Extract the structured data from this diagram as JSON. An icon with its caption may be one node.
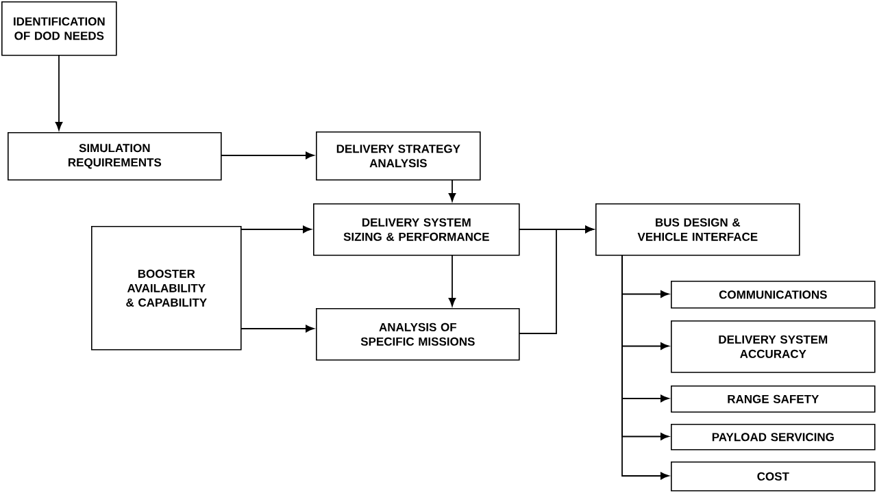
{
  "diagram": {
    "nodes": [
      {
        "text": [
          "IDENTIFICATION OF DOD NEEDS"
        ]
      },
      {
        "text": [
          "SIMULATION REQUIREMENTS"
        ]
      },
      {
        "text": [
          "DELIVERY STRATEGY ANALYSIS"
        ]
      },
      {
        "text": [
          "BOOSTER AVAILABILITY & CAPABILITY"
        ]
      },
      {
        "text": [
          "DELIVERY SYSTEM SIZING & PERFORMANCE"
        ]
      },
      {
        "text": [
          "ANALYSIS OF SPECIFIC MISSIONS"
        ]
      },
      {
        "text": [
          "BUS DESIGN & VEHICLE INTERFACE"
        ]
      },
      {
        "text": [
          "COMMUNICATIONS"
        ]
      },
      {
        "text": [
          "DELIVERY SYSTEM ACCURACY"
        ]
      },
      {
        "text": [
          "RANGE SAFETY"
        ]
      },
      {
        "text": [
          "PAYLOAD SERVICING"
        ]
      },
      {
        "text": [
          "COST"
        ]
      }
    ],
    "edges": [
      {
        "from": 0,
        "to": 1,
        "arrow": "to"
      },
      {
        "from": 1,
        "to": 2,
        "arrow": "to"
      },
      {
        "from": 2,
        "to": 4,
        "arrow": "to"
      },
      {
        "from": 3,
        "to": 4,
        "arrow": "to"
      },
      {
        "from": 3,
        "to": 5,
        "arrow": "to"
      },
      {
        "from": 4,
        "to": 5,
        "arrow": "to"
      },
      {
        "from": 4,
        "to": 6,
        "arrow": "to"
      },
      {
        "from": 5,
        "to": 6,
        "arrow": "to"
      },
      {
        "from": 6,
        "to": 7,
        "arrow": "to"
      },
      {
        "from": 6,
        "to": 8,
        "arrow": "to"
      },
      {
        "from": 6,
        "to": 9,
        "arrow": "to"
      },
      {
        "from": 6,
        "to": 10,
        "arrow": "to"
      },
      {
        "from": 6,
        "to": 11,
        "arrow": "to"
      }
    ]
  }
}
